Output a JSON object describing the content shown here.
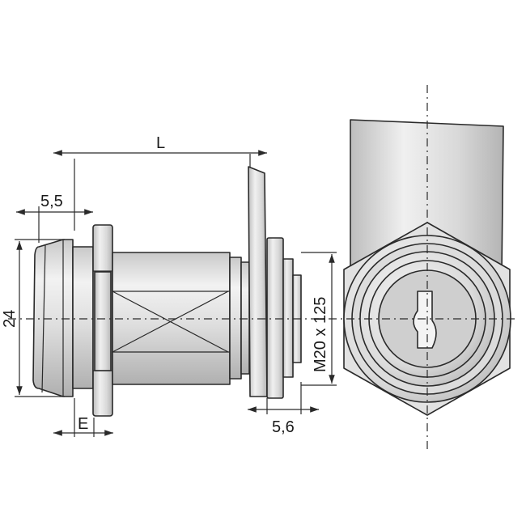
{
  "dimensions": {
    "length_label": "L",
    "flange_offset": "5,5",
    "height": "24",
    "flange_thickness": "E",
    "thread": "M20 x 125",
    "thread_length": "5,6"
  },
  "colors": {
    "metal_light": "#eeeeee",
    "metal_mid": "#d6d6d6",
    "metal_dark": "#b4b4b4",
    "line": "#2a2a2a"
  }
}
